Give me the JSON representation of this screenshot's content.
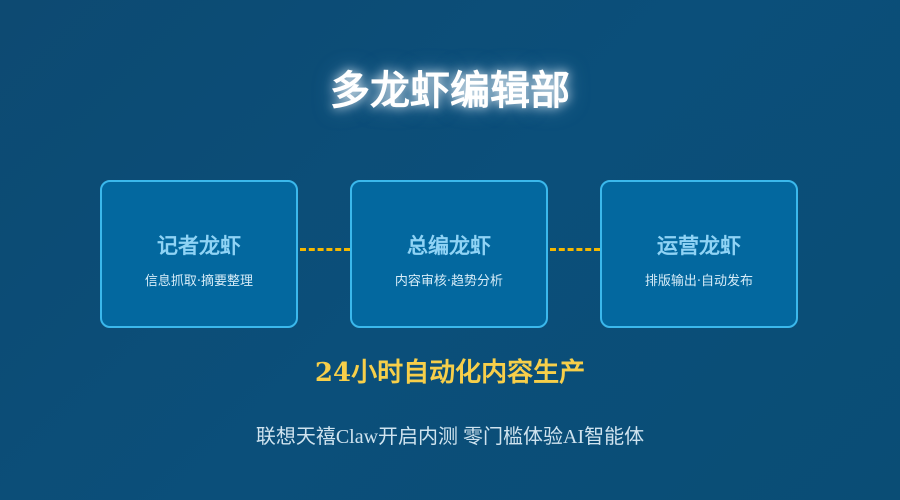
{
  "title": "多龙虾编辑部",
  "cards": [
    {
      "name": "记者龙虾",
      "desc": "信息抓取·摘要整理"
    },
    {
      "name": "总编龙虾",
      "desc": "内容审核·趋势分析"
    },
    {
      "name": "运营龙虾",
      "desc": "排版输出·自动发布"
    }
  ],
  "tagline": "24小时自动化内容生产",
  "footer": "联想天禧Claw开启内测 零门槛体验AI智能体",
  "colors": {
    "accent": "#f7cf4a",
    "card_border": "#3bb8ec",
    "card_bg": "#03689f"
  }
}
